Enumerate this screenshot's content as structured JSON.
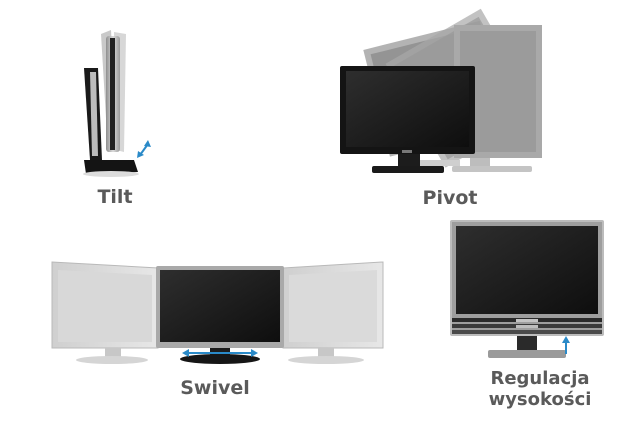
{
  "labels": {
    "tilt": "Tilt",
    "pivot": "Pivot",
    "swivel": "Swivel",
    "height_line1": "Regulacja",
    "height_line2": "wysokości"
  },
  "icons": {
    "tilt": "double-arrow-diagonal-icon",
    "swivel": "double-arrow-horizontal-icon",
    "height": "arrow-up-icon"
  },
  "colors": {
    "arrow": "#2a8ac8",
    "label": "#5a5a5a",
    "screen_dark": "#1c1c1c",
    "bezel_black": "#111111",
    "bezel_silver": "#b8b8b8"
  }
}
